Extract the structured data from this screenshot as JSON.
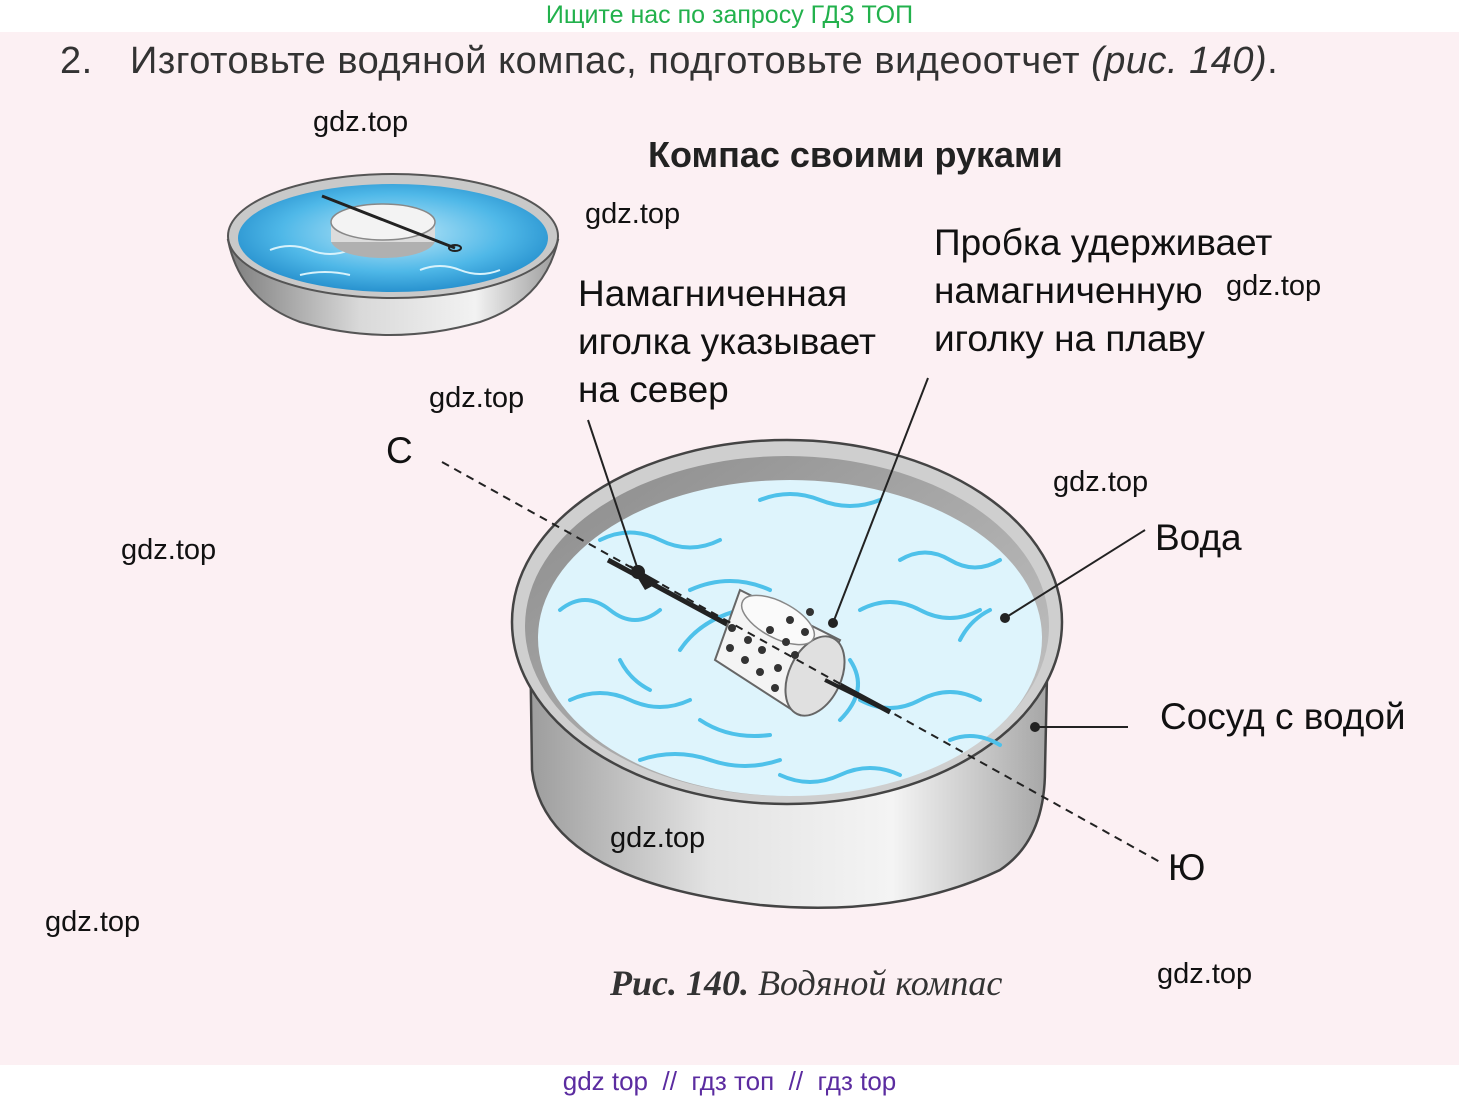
{
  "banner": {
    "text": "Ищите нас по запросу ГДЗ ТОП"
  },
  "task": {
    "number": "2.",
    "text": "Изготовьте водяной компас, подготовьте видеоотчет ",
    "reference": "(рис. 140)",
    "period": "."
  },
  "figure": {
    "heading": "Компас своими руками",
    "labels": {
      "needle_line1": "Намагниченная",
      "needle_line2": "иголка указывает",
      "needle_line3": "на север",
      "cork_line1": "Пробка удерживает",
      "cork_line2": "намагниченную",
      "cork_line3": "иголку на плаву",
      "water": "Вода",
      "vessel": "Сосуд с водой",
      "north": "С",
      "south": "Ю"
    },
    "caption_number": "Рис. 140.",
    "caption_text": " Водяной компас"
  },
  "watermark": "gdz.top",
  "footer": {
    "text": "gdz top  //  гдз топ  //  гдз top"
  },
  "colors": {
    "banner_text": "#22b14c",
    "panel_bg": "#fcf0f3",
    "footer_text": "#5b2ca0",
    "water": "#3ab0e0"
  }
}
